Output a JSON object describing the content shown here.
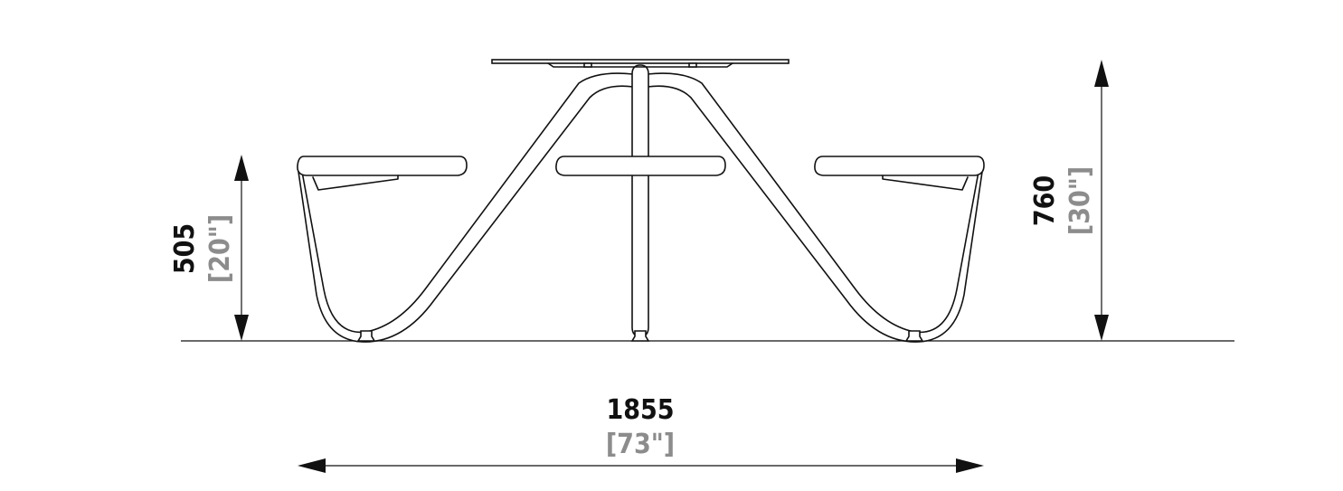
{
  "dimensions": {
    "seat_height": {
      "mm": "505",
      "inch": "[20\"]"
    },
    "table_height": {
      "mm": "760",
      "inch": "[30\"]"
    },
    "overall_width": {
      "mm": "1855",
      "inch": "[73\"]"
    }
  },
  "colors": {
    "line": "#111111",
    "imperial_text": "#8c8c8c",
    "background": "#ffffff"
  }
}
